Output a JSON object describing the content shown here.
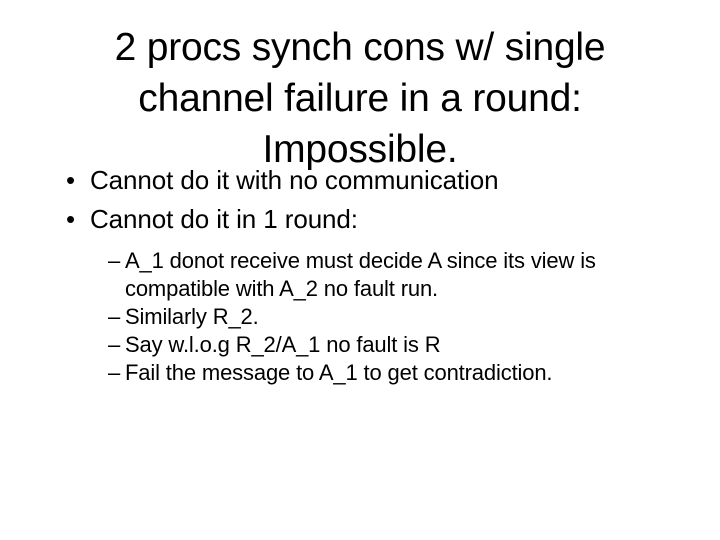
{
  "slide": {
    "background_color": "#ffffff",
    "text_color": "#000000",
    "title": "2 procs synch cons w/ single channel failure in a round: Impossible.",
    "bullets": [
      {
        "marker": "•",
        "text": "Cannot do it with no communication"
      },
      {
        "marker": "•",
        "text": "Cannot do it in 1 round:"
      }
    ],
    "sub_bullets": [
      {
        "marker": "–",
        "text": "A_1 donot receive must decide A since its view is compatible with A_2 no fault run."
      },
      {
        "marker": "–",
        "text": "Similarly R_2."
      },
      {
        "marker": "–",
        "text": "Say w.l.o.g R_2/A_1 no fault is R"
      },
      {
        "marker": "–",
        "text": "Fail the message to A_1 to get contradiction."
      }
    ]
  }
}
